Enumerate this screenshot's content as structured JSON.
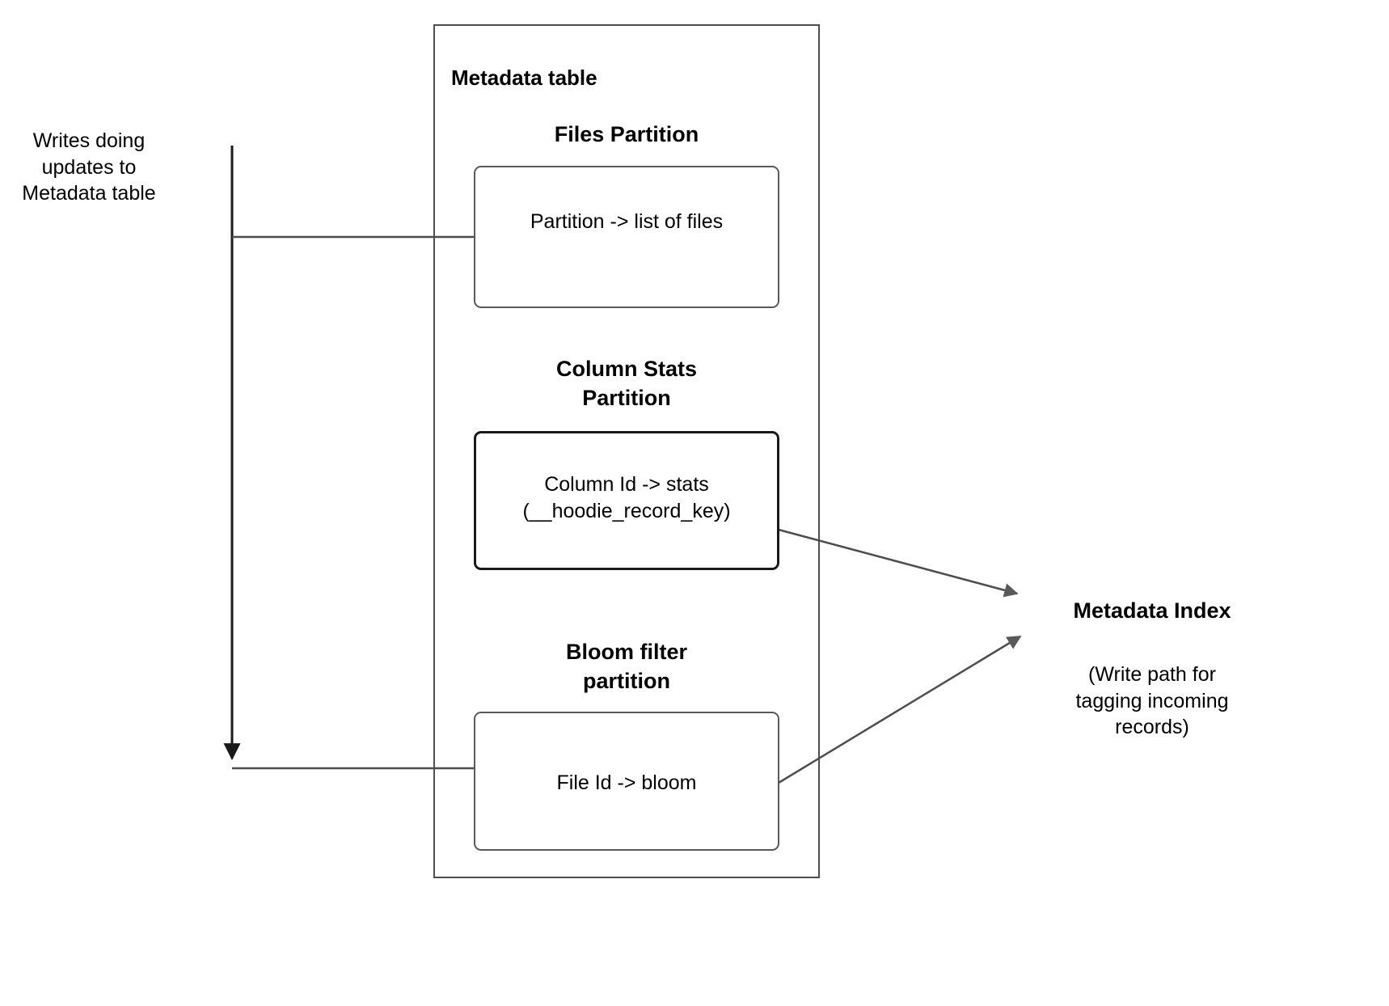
{
  "diagram": {
    "title": "Metadata table",
    "left_note": "Writes doing\nupdates to\nMetadata table",
    "partitions": [
      {
        "heading": "Files Partition",
        "box_text": "Partition -> list of files"
      },
      {
        "heading": "Column Stats\nPartition",
        "box_text": "Column Id  -> stats\n(__hoodie_record_key)"
      },
      {
        "heading": "Bloom filter\npartition",
        "box_text": "File Id -> bloom"
      }
    ],
    "right_title": "Metadata Index",
    "right_caption": "(Write path for\ntagging incoming\nrecords)",
    "colors": {
      "stroke": "#4d4d4d",
      "stroke_strong": "#1a1a1a",
      "arrow_fill": "#595959",
      "background": "#ffffff",
      "text": "#000000"
    }
  }
}
